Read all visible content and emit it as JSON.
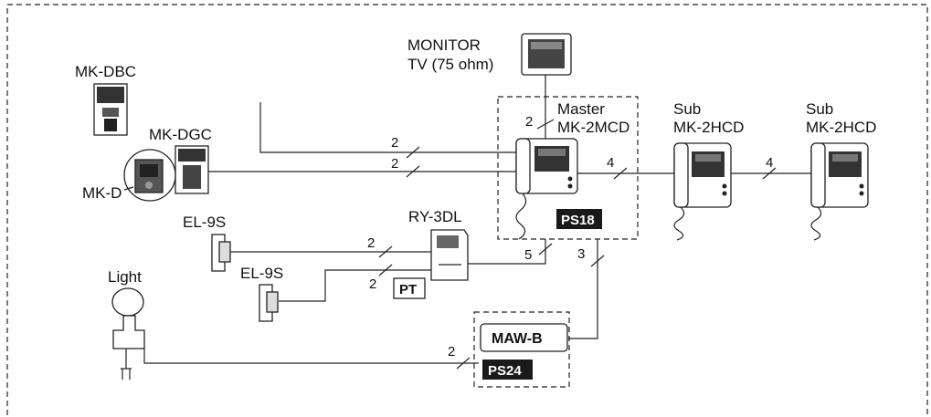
{
  "devices": {
    "monitor_tv": {
      "line1": "MONITOR",
      "line2": "TV (75 ohm)"
    },
    "mk_dbc": "MK-DBC",
    "mk_dgc": "MK-DGC",
    "mk_d": "MK-D",
    "el_9s_a": "EL-9S",
    "el_9s_b": "EL-9S",
    "light": "Light",
    "ry_3dl": "RY-3DL",
    "master": {
      "line1": "Master",
      "line2": "MK-2MCD"
    },
    "sub_1": {
      "line1": "Sub",
      "line2": "MK-2HCD"
    },
    "sub_2": {
      "line1": "Sub",
      "line2": "MK-2HCD"
    },
    "maw_b": "MAW-B"
  },
  "badges": {
    "ps18": "PS18",
    "ps24": "PS24",
    "pt": "PT"
  },
  "wire_counts": {
    "monitor_master": "2",
    "dbc_master": "2",
    "dgc_master": "2",
    "master_sub1": "4",
    "sub1_sub2": "4",
    "el9s_a_ry": "2",
    "el9s_b_ry": "2",
    "ry_master": "5",
    "maw_master": "3",
    "light_maw": "2"
  },
  "colors": {
    "line": "#222222",
    "badge_dark": "#1a1a1a",
    "screen_dark": "#333333"
  }
}
